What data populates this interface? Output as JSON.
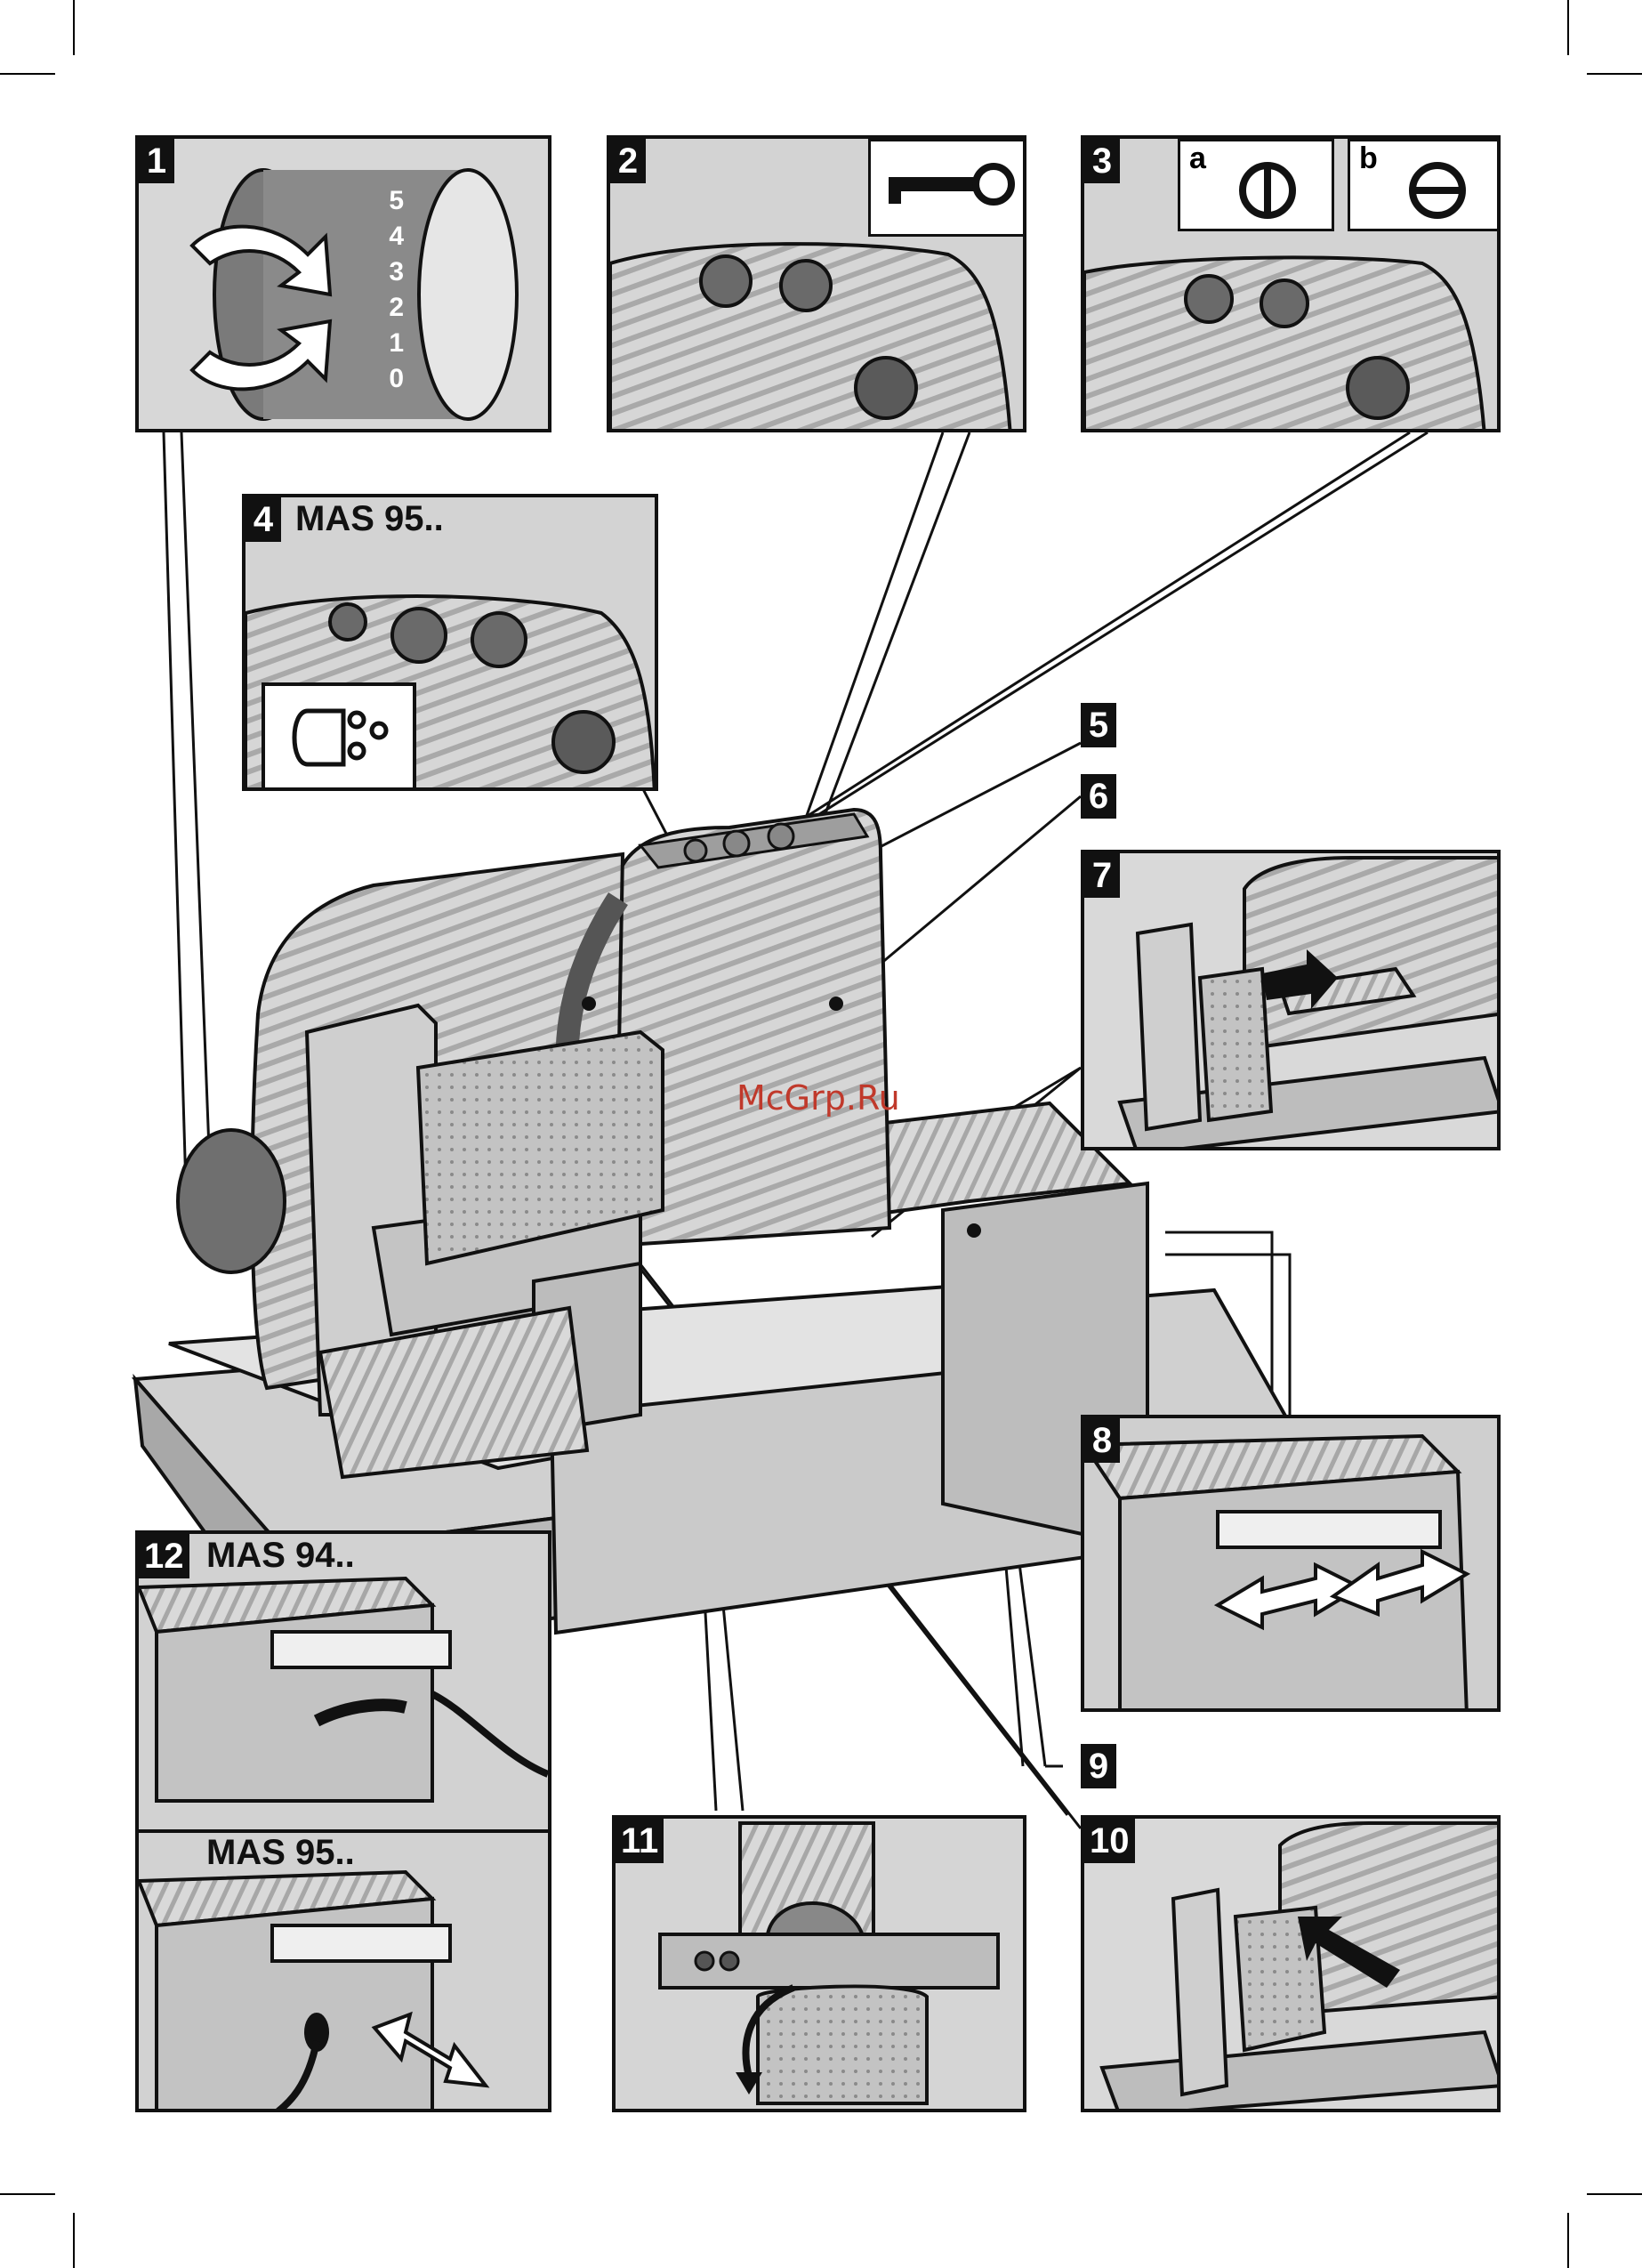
{
  "watermark": "McGrp.Ru",
  "figures": [
    {
      "id": "fig-1",
      "label": "1"
    },
    {
      "id": "fig-2",
      "label": "2"
    },
    {
      "id": "fig-3",
      "label": "3",
      "insets": [
        "a",
        "b"
      ]
    },
    {
      "id": "fig-4",
      "label": "4",
      "model": "MAS 95.."
    },
    {
      "id": "fig-5",
      "label": "5"
    },
    {
      "id": "fig-6",
      "label": "6"
    },
    {
      "id": "fig-7",
      "label": "7"
    },
    {
      "id": "fig-8",
      "label": "8"
    },
    {
      "id": "fig-9",
      "label": "9"
    },
    {
      "id": "fig-10",
      "label": "10"
    },
    {
      "id": "fig-11",
      "label": "11"
    },
    {
      "id": "fig-12",
      "label": "12",
      "models": [
        "MAS 94..",
        "MAS 95.."
      ]
    }
  ],
  "dial_scale": [
    "5",
    "4",
    "3",
    "2",
    "1",
    "0"
  ],
  "colors": {
    "line": "#111111",
    "fill_light": "#d9d9d9",
    "fill_mid": "#b5b5b5",
    "fill_dark": "#6f6f6f",
    "watermark": "#c0392b"
  },
  "icons": [
    "rotate-arrows-icon",
    "key-icon",
    "power-on-icon",
    "power-off-icon",
    "continuous-mode-icon",
    "push-arrow-icon",
    "double-arrow-icon"
  ]
}
